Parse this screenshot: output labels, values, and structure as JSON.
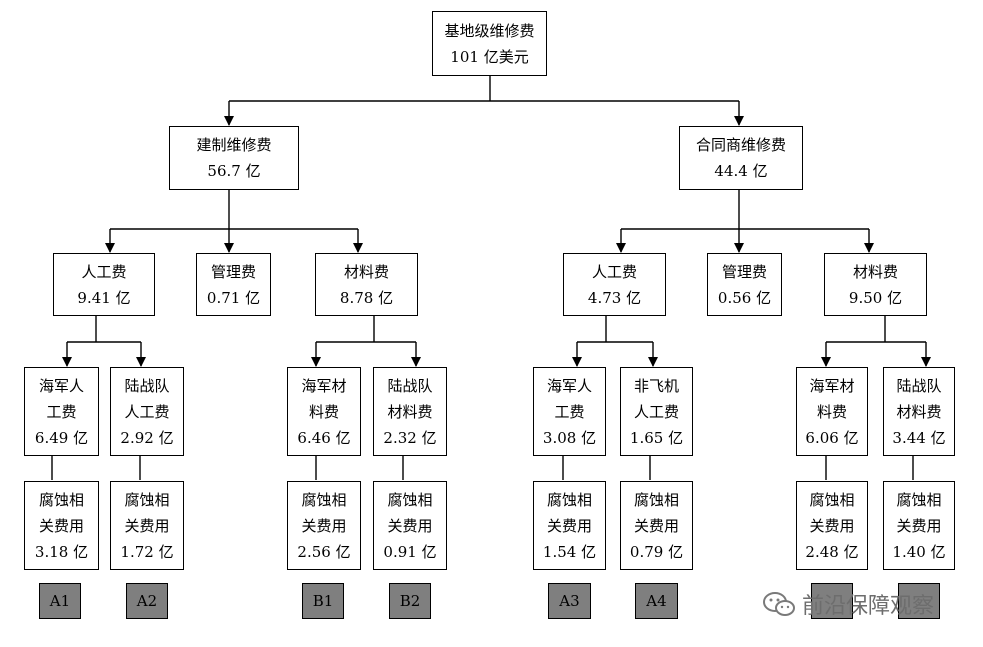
{
  "root": {
    "lines": [
      "基地级维修费",
      "101 亿美元"
    ]
  },
  "branches": {
    "built": {
      "lines": [
        "建制维修费",
        "56.7 亿"
      ]
    },
    "contract": {
      "lines": [
        "合同商维修费",
        "44.4 亿"
      ]
    }
  },
  "level3": {
    "built_labor": {
      "lines": [
        "人工费",
        "9.41 亿"
      ]
    },
    "built_mgmt": {
      "lines": [
        "管理费",
        "0.71 亿"
      ]
    },
    "built_material": {
      "lines": [
        "材料费",
        "8.78 亿"
      ]
    },
    "contract_labor": {
      "lines": [
        "人工费",
        "4.73 亿"
      ]
    },
    "contract_mgmt": {
      "lines": [
        "管理费",
        "0.56 亿"
      ]
    },
    "contract_material": {
      "lines": [
        "材料费",
        "9.50 亿"
      ]
    }
  },
  "level4": [
    {
      "lines": [
        "海军人",
        "工费",
        "6.49 亿"
      ]
    },
    {
      "lines": [
        "陆战队",
        "人工费",
        "2.92 亿"
      ]
    },
    {
      "lines": [
        "海军材",
        "料费",
        "6.46 亿"
      ]
    },
    {
      "lines": [
        "陆战队",
        "材料费",
        "2.32 亿"
      ]
    },
    {
      "lines": [
        "海军人",
        "工费",
        "3.08 亿"
      ]
    },
    {
      "lines": [
        "非飞机",
        "人工费",
        "1.65 亿"
      ]
    },
    {
      "lines": [
        "海军材",
        "料费",
        "6.06 亿"
      ]
    },
    {
      "lines": [
        "陆战队",
        "材料费",
        "3.44 亿"
      ]
    }
  ],
  "level5": [
    {
      "lines": [
        "腐蚀相",
        "关费用",
        "3.18 亿"
      ]
    },
    {
      "lines": [
        "腐蚀相",
        "关费用",
        "1.72 亿"
      ]
    },
    {
      "lines": [
        "腐蚀相",
        "关费用",
        "2.56 亿"
      ]
    },
    {
      "lines": [
        "腐蚀相",
        "关费用",
        "0.91 亿"
      ]
    },
    {
      "lines": [
        "腐蚀相",
        "关费用",
        "1.54 亿"
      ]
    },
    {
      "lines": [
        "腐蚀相",
        "关费用",
        "0.79 亿"
      ]
    },
    {
      "lines": [
        "腐蚀相",
        "关费用",
        "2.48 亿"
      ]
    },
    {
      "lines": [
        "腐蚀相",
        "关费用",
        "1.40 亿"
      ]
    }
  ],
  "tags": [
    "A1",
    "A2",
    "B1",
    "B2",
    "A3",
    "A4",
    "",
    ""
  ],
  "watermark": {
    "text": "前沿保障观察",
    "icon": "wechat-icon"
  }
}
